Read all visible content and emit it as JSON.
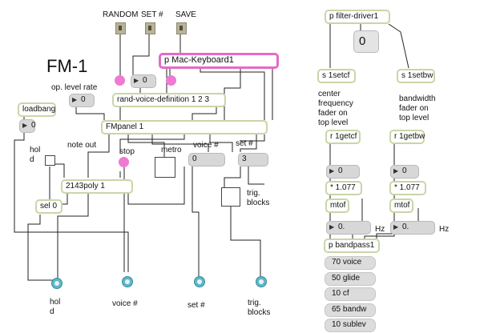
{
  "title": "FM-1",
  "top_buttons": [
    {
      "label": "RANDOM"
    },
    {
      "label": "SET #"
    },
    {
      "label": "SAVE"
    }
  ],
  "objects": {
    "mac_keyboard": "p Mac-Keyboard1",
    "rand_voice": "rand-voice-definition 1 2 3",
    "loadbang": "loadbang",
    "fmpanel": "FMpanel 1",
    "poly": "2143poly 1",
    "sel": "sel 0",
    "filter_driver": "p filter-driver1",
    "s_setcf": "s 1setcf",
    "s_setbw": "s 1setbw",
    "r_getcf": "r 1getcf",
    "r_getbw": "r 1getbw",
    "mult_cf": "* 1.077",
    "mult_bw": "* 1.077",
    "mtof_cf": "mtof",
    "mtof_bw": "mtof",
    "bandpass": "p bandpass1"
  },
  "numbers": {
    "voice_num_top": "0",
    "op_level_rate": "0",
    "loadbang_num": "0",
    "voice_box": "0",
    "set_box": "3",
    "filter_big": "0",
    "cf_num": "0",
    "bw_num": "0",
    "cf_freq": "0.",
    "bw_freq": "0."
  },
  "labels": {
    "op_level_rate": "op. level rate",
    "hold": "hol\nd",
    "note_out": "note out",
    "stop": "stop",
    "metro": "metro",
    "voice_hash": "voice #",
    "set_hash": "set #",
    "trig_blocks": "trig.\nblocks",
    "center_fader": "center\nfrequency\nfader on\ntop level",
    "bandwidth_fader": "bandwidth\nfader on\ntop level",
    "hz_left": "Hz",
    "hz_right": "Hz"
  },
  "messages": [
    "70 voice",
    "50 glide",
    "10 cf",
    "65 bandw",
    "10 sublev"
  ],
  "outlets": [
    {
      "label": "hol\nd"
    },
    {
      "label": "voice #"
    },
    {
      "label": "set #"
    },
    {
      "label": "trig.\nblocks"
    }
  ],
  "colors": {
    "object_border": "#c9d6a8",
    "keyboard_border": "#e46ac8",
    "bang": "#ee7ad4",
    "outlet": "#59b9c9",
    "number_box": "#d7d7d7",
    "wire": "#222222"
  }
}
